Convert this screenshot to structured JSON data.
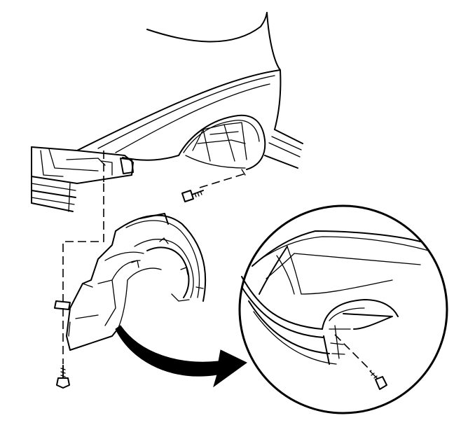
{
  "diagram": {
    "kind": "technical line illustration",
    "parts": [
      "front-fender",
      "wheel-opening",
      "bumper-fascia",
      "wheelhouse-liner",
      "liner-screws",
      "detail-view"
    ],
    "colors": {
      "line": "#000000",
      "background": "#ffffff"
    }
  }
}
